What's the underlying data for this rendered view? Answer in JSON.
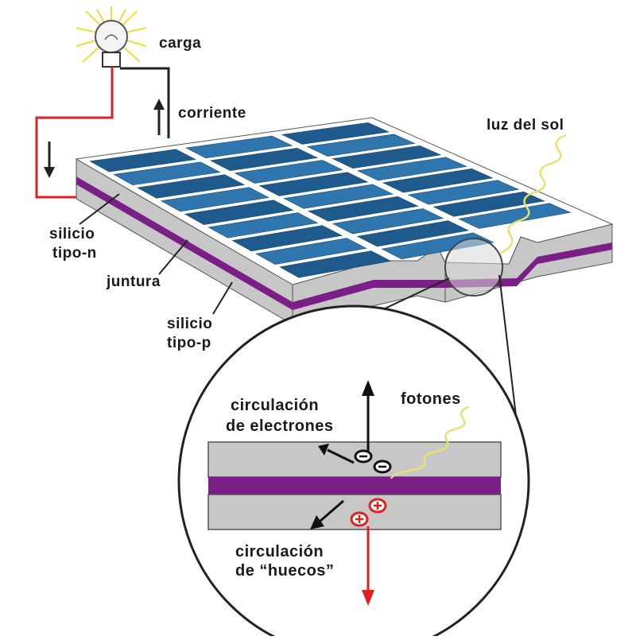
{
  "labels": {
    "load": "carga",
    "current": "corriente",
    "sunlight": "luz del sol",
    "n_silicon_line1": "silicio",
    "n_silicon_line2": "tipo-n",
    "junction": "juntura",
    "p_silicon_line1": "silicio",
    "p_silicon_line2": "tipo-p",
    "electron_flow_line1": "circulación",
    "electron_flow_line2": "de electrones",
    "photons": "fotones",
    "hole_flow_line1": "circulación",
    "hole_flow_line2": "de “huecos”"
  },
  "colors": {
    "cell_blue": "#2f76ae",
    "cell_blue_dark": "#1e5a8c",
    "silicon_gray": "#c7c7c7",
    "junction_purple": "#7a1f86",
    "wire_red": "#e02020",
    "light_yellow": "#e8e070",
    "hole_red": "#e02020"
  },
  "icons": {
    "bulb": "light-bulb-icon",
    "electron": "electron-icon",
    "hole": "hole-icon"
  }
}
